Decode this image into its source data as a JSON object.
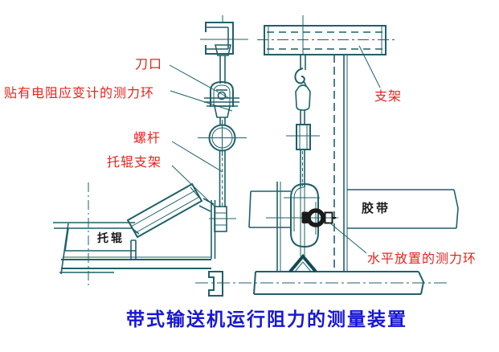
{
  "diagram": {
    "title": "带式输送机运行阻力的测量装置",
    "labels": {
      "knife_edge": "刀口",
      "strain_gauge_ring": "贴有电阻应变计的测力环",
      "screw_rod": "螺杆",
      "idler_bracket": "托辊支架",
      "idler": "托辊",
      "support_frame": "支架",
      "belt": "胶带",
      "horizontal_force_ring": "水平放置的测力环"
    },
    "colors": {
      "line": "#1d6169",
      "line_dark": "#134a52",
      "label_red": "#e9231e",
      "title_blue": "#1717d6",
      "ink_black": "#1a1a1a",
      "background": "#ffffff"
    }
  }
}
